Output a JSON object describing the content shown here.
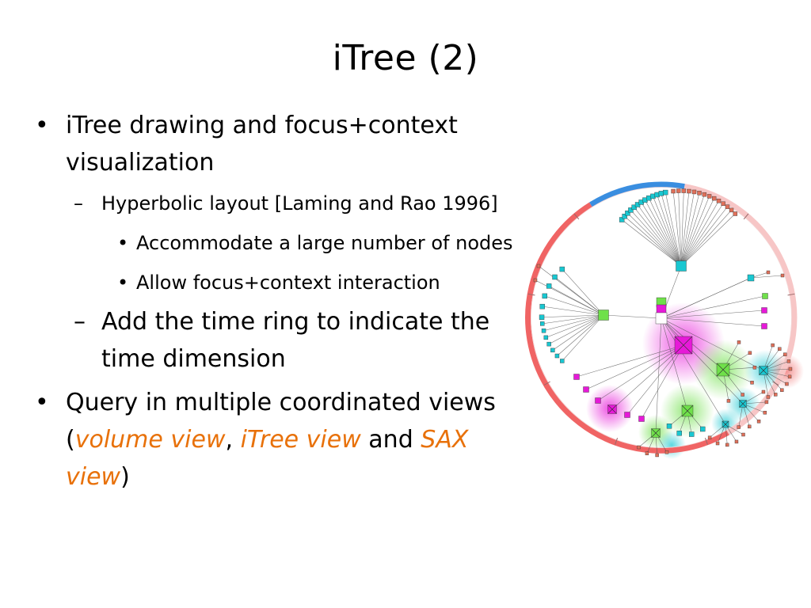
{
  "slide": {
    "title": "iTree (2)",
    "bullet_char": "•",
    "dash_char": "–",
    "items": {
      "b1": "iTree drawing and focus+context visualization",
      "b1_1": "Hyperbolic layout [Laming and Rao 1996]",
      "b1_1_1": "Accommodate a large number of nodes",
      "b1_1_2": "Allow focus+context interaction",
      "b1_2": "Add the time ring to indicate the time dimension",
      "b2_pre": "Query in multiple coordinated views (",
      "b2_em1": "volume view",
      "b2_sep1": ", ",
      "b2_em2": "iTree view",
      "b2_sep2": " and ",
      "b2_em3": "SAX view",
      "b2_post": ")"
    },
    "colors": {
      "emphasis": "#E8710A",
      "ring_red": "#F06464",
      "ring_pink": "#F7C6C6",
      "ring_blue": "#3A8EE0",
      "node_cyan": "#19C7D1",
      "node_green": "#6FE04A",
      "node_magenta": "#E619D8",
      "node_salmon": "#E0705A"
    }
  }
}
